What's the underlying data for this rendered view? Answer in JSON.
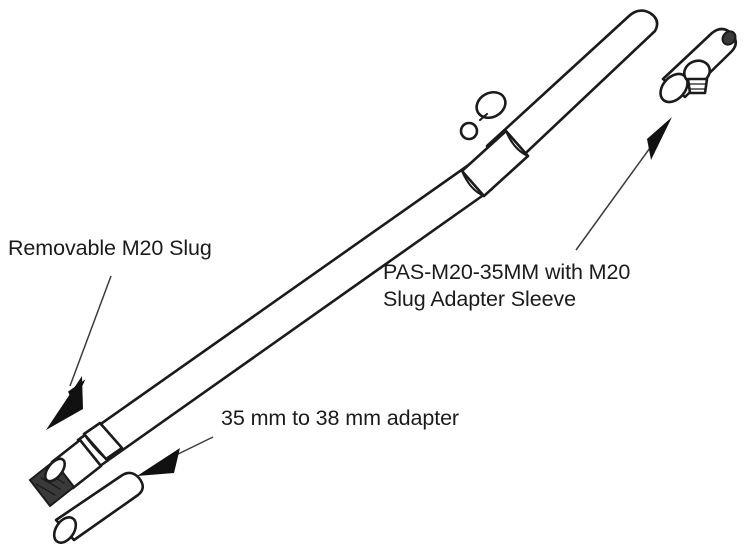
{
  "figure": {
    "title": "PAS-M20-35MM pole adapter exploded diagram",
    "background_color": "#ffffff",
    "line_color": "#1b1b1b",
    "style": "technical line drawing"
  },
  "labels": {
    "removable_slug": "Removable M20 Slug",
    "pas_sleeve_line1": "PAS-M20-35MM with M20",
    "pas_sleeve_line2": "Slug Adapter Sleeve",
    "adapter": "35 mm to 38 mm adapter"
  },
  "callouts": [
    {
      "name": "removable-m20-slug",
      "text": "Removable M20 Slug",
      "arrow_direction": "down-left",
      "points_to": "pole-lower-threaded-tip"
    },
    {
      "name": "pas-m20-35mm-sleeve",
      "text": "PAS-M20-35MM with M20 Slug Adapter Sleeve",
      "arrow_direction": "up-right",
      "points_to": "detached-sleeve-assembly"
    },
    {
      "name": "35mm-to-38mm-adapter",
      "text": "35 mm to 38 mm adapter",
      "arrow_direction": "down-left",
      "points_to": "short-adapter-tube"
    }
  ],
  "parts": [
    {
      "name": "main-pole",
      "description": "long telescoping pole running diagonally from lower-left to upper-right"
    },
    {
      "name": "mid-collar",
      "description": "sleeve joint with knurled locking knob at pole midpoint"
    },
    {
      "name": "lower-band",
      "description": "narrow collar band near the lower end of the pole"
    },
    {
      "name": "threaded-slug-tip",
      "description": "dark threaded M20 slug at the lower pole tip"
    },
    {
      "name": "detached-sleeve",
      "description": "separate tubular adapter sleeve with threaded slug at upper right"
    },
    {
      "name": "adapter-tube",
      "description": "short open-ended 35 mm to 38 mm adapter tube at lower left"
    }
  ]
}
